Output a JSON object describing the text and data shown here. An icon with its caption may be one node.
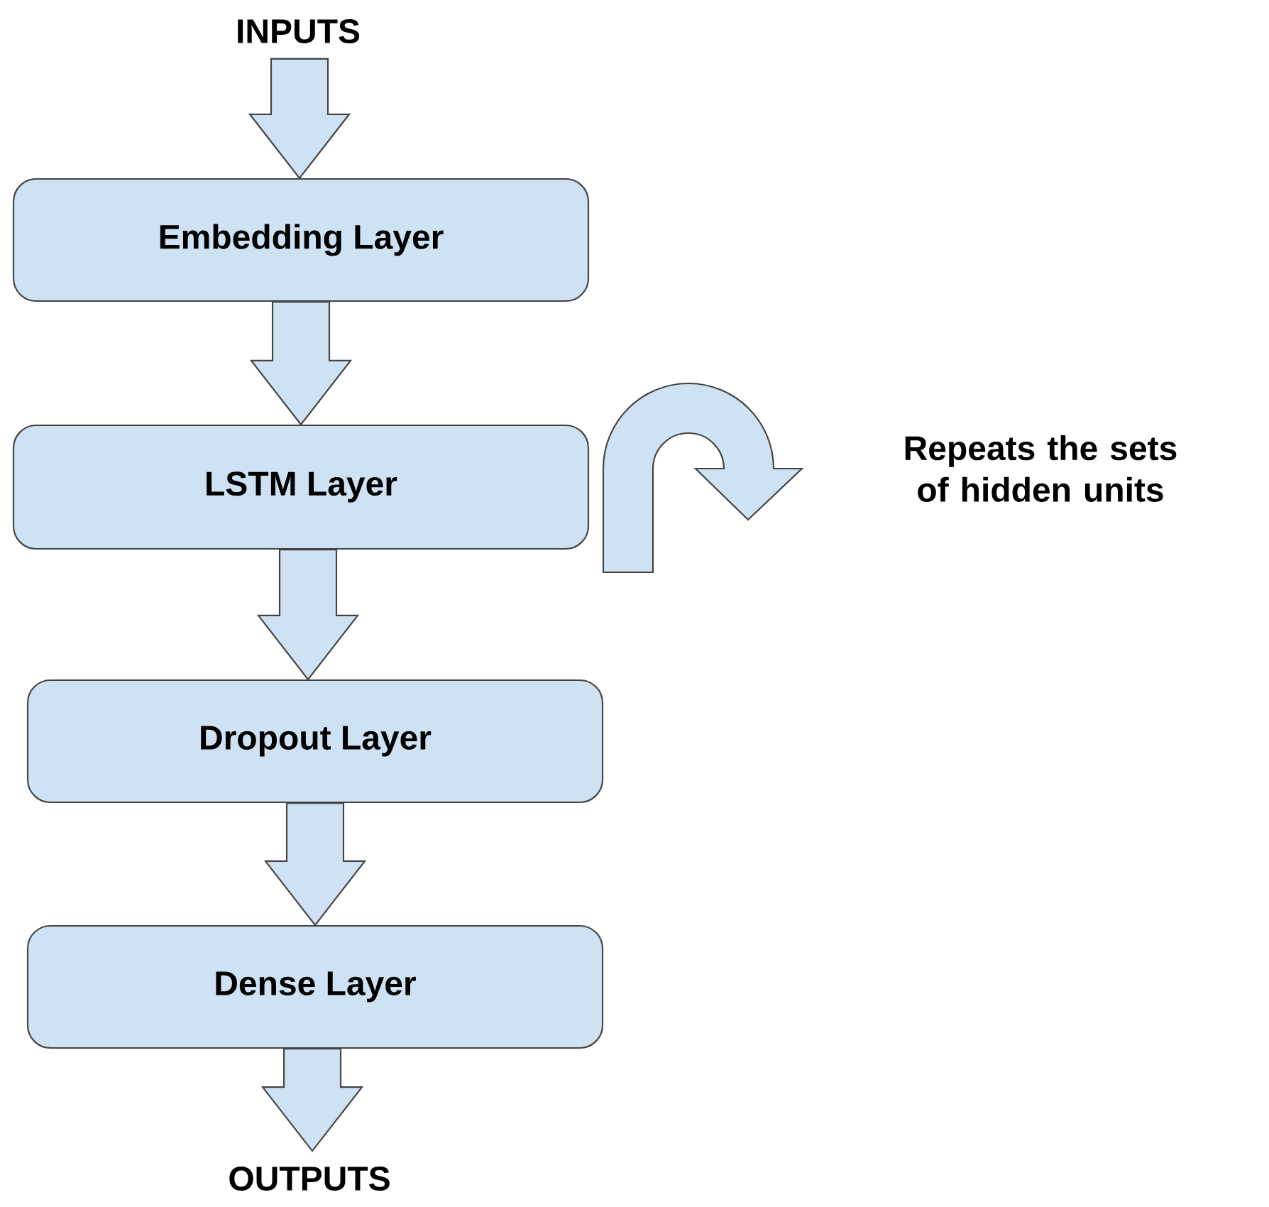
{
  "diagram": {
    "nodes": [
      {
        "text": [
          "INPUTS"
        ]
      },
      {
        "text": [
          "Embedding Layer"
        ]
      },
      {
        "text": [
          "LSTM Layer"
        ]
      },
      {
        "text": [
          "Dropout Layer"
        ]
      },
      {
        "text": [
          "Dense Layer"
        ]
      },
      {
        "text": [
          "OUTPUTS"
        ]
      }
    ],
    "edges": [
      {
        "from": 0,
        "to": 1,
        "arrow": "to"
      },
      {
        "from": 1,
        "to": 2,
        "arrow": "to"
      },
      {
        "from": 2,
        "to": 3,
        "arrow": "to"
      },
      {
        "from": 3,
        "to": 4,
        "arrow": "to"
      },
      {
        "from": 4,
        "to": 5,
        "arrow": "to"
      }
    ],
    "labels": [
      "Repeats the sets of hidden units"
    ]
  }
}
